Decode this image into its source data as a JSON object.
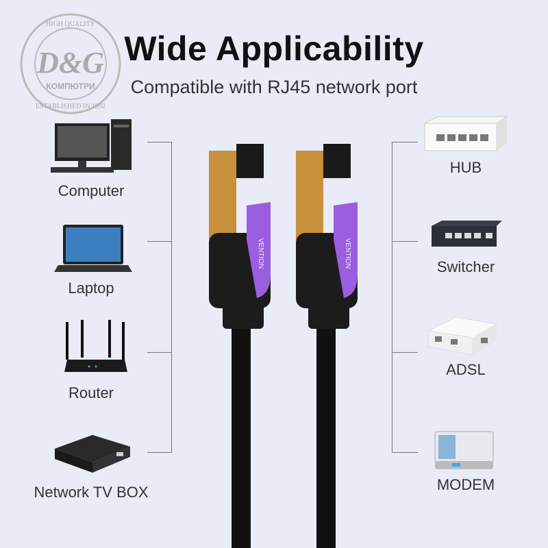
{
  "title": "Wide Applicability",
  "subtitle": "Compatible with RJ45 network port",
  "watermark": {
    "top": "HIGH QUALITY",
    "brand": "D&G",
    "name": "КОМПЮТРИ",
    "bottom": "ESTABLISHED IN 1992"
  },
  "left_devices": [
    {
      "label": "Computer",
      "icon": "computer-icon"
    },
    {
      "label": "Laptop",
      "icon": "laptop-icon"
    },
    {
      "label": "Router",
      "icon": "router-icon"
    },
    {
      "label": "Network TV BOX",
      "icon": "tv-box-icon"
    }
  ],
  "right_devices": [
    {
      "label": "HUB",
      "icon": "hub-icon"
    },
    {
      "label": "Switcher",
      "icon": "switch-icon"
    },
    {
      "label": "ADSL",
      "icon": "adsl-icon"
    },
    {
      "label": "MODEM",
      "icon": "modem-icon"
    }
  ],
  "cable_brand": "VENTION",
  "colors": {
    "background": "#e9ecf6",
    "accent": "#9b5ee0",
    "gold": "#c8903a"
  }
}
